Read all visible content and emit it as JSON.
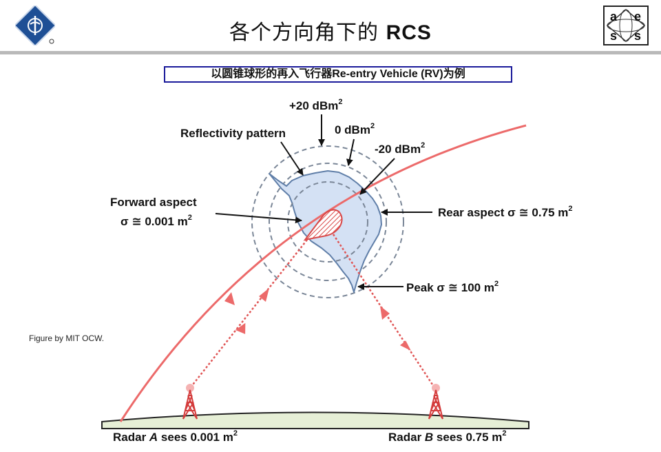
{
  "header": {
    "title_prefix": "各个方向角下的",
    "title_rcs": "RCS",
    "logo_right_letters": [
      "a",
      "e",
      "s",
      "s"
    ]
  },
  "subtitle": "以圆锥球形的再入飞行器Re-entry Vehicle (RV)为例",
  "diagram": {
    "level_plus20": "+20 dBm",
    "level_0": "0 dBm",
    "level_minus20": "-20 dBm",
    "superscript": "2",
    "reflectivity_label": "Reflectivity pattern",
    "forward_title": "Forward aspect",
    "forward_value": "σ ≅ 0.001 m",
    "rear_label": "Rear aspect σ ≅ 0.75 m",
    "peak_label": "Peak σ ≅ 100 m",
    "radar_a_prefix": "Radar ",
    "radar_a_letter": "A",
    "radar_a_suffix": " sees 0.001 m",
    "radar_b_prefix": "Radar ",
    "radar_b_letter": "B",
    "radar_b_suffix": " sees 0.75 m",
    "credit": "Figure by MIT OCW."
  },
  "colors": {
    "trajectory": "#ec6a6a",
    "pattern_fill": "#d4e1f4",
    "pattern_stroke": "#5f7ea8",
    "dashed_circles": "#7a8697",
    "ground_fill": "#e6efd6",
    "title_rule": "#b9b9b9",
    "subtitle_border": "#1a1a9a"
  }
}
